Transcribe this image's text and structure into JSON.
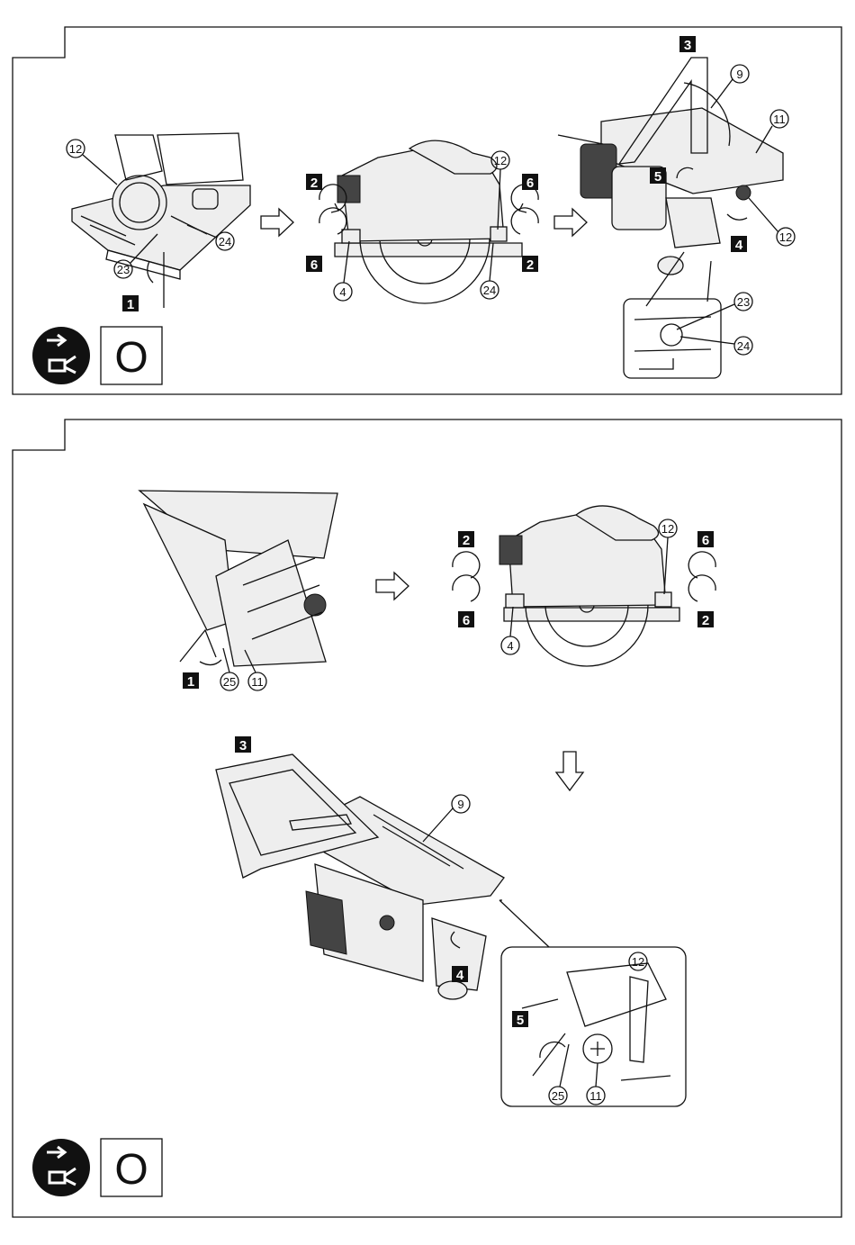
{
  "figure_1": {
    "step_labels": [
      "1",
      "2",
      "2",
      "3",
      "4",
      "5",
      "6",
      "6"
    ],
    "callouts": [
      "12",
      "23",
      "24",
      "4",
      "12",
      "24",
      "9",
      "11",
      "12",
      "23",
      "24"
    ],
    "off_symbol": "O"
  },
  "figure_2": {
    "step_labels": [
      "1",
      "2",
      "2",
      "3",
      "4",
      "5",
      "6",
      "6"
    ],
    "callouts": [
      "25",
      "11",
      "12",
      "4",
      "9",
      "12",
      "25",
      "11"
    ],
    "off_symbol": "O"
  },
  "icons": [
    "unplug-icon",
    "arrow-right-icon",
    "arrow-down-icon",
    "rotate-cw-icon",
    "rotate-ccw-icon"
  ]
}
